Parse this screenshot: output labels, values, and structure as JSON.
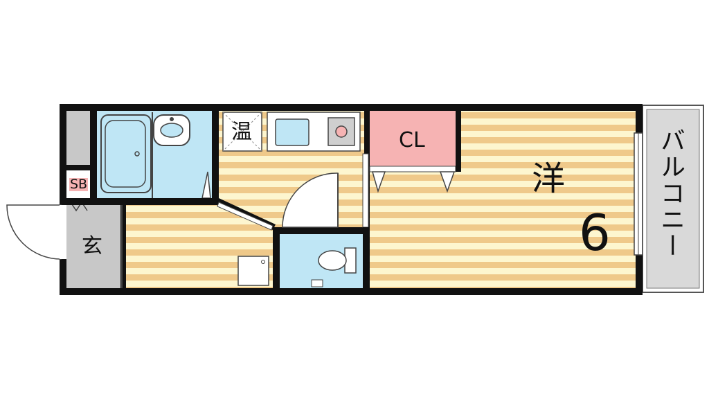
{
  "floorplan": {
    "rooms": {
      "entrance": "玄",
      "shoe_box": "SB",
      "water_heater": "温",
      "closet": "CL",
      "western_room": "洋",
      "western_room_size": "6",
      "balcony": "バルコニー"
    },
    "colors": {
      "wall": "#111111",
      "floor_tan": "#efc98a",
      "floor_cream": "#fdf6cf",
      "wet_area": "#bfe6f5",
      "closet": "#f6b3b3",
      "entrance_tile": "#c8c8c8",
      "balcony": "#d9d9d9"
    }
  }
}
